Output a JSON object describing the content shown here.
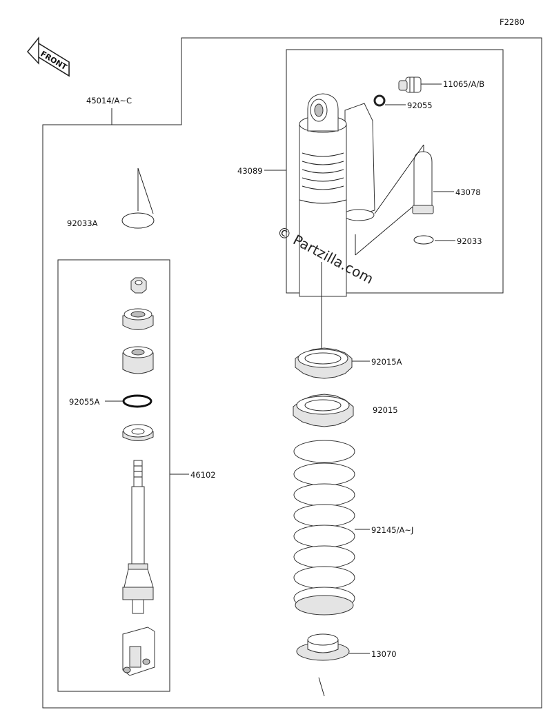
{
  "figure_code": "F2280",
  "front_badge": "FRONT",
  "watermark": "© Partzilla.com",
  "callouts": {
    "assembly": "45014/A~C",
    "reservoir_cap": "11065/A/B",
    "o_ring_top": "92055",
    "shock_body": "43089",
    "bladder": "43078",
    "circlip_right": "92033",
    "circlip_left": "92033A",
    "locknut_a": "92015A",
    "locknut": "92015",
    "spring": "92145/A~J",
    "spring_seat": "13070",
    "o_ring_left": "92055A",
    "rod_assembly": "46102"
  }
}
